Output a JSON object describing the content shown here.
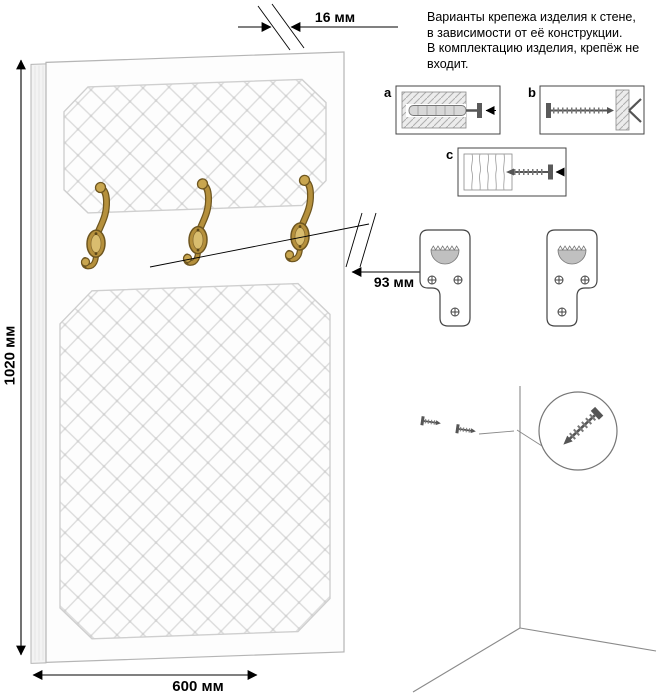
{
  "note": {
    "text": "Варианты крепежа изделия к стене,\nв зависимости от её конструкции.\nВ комплектацию изделия, крепёж не\nвходит."
  },
  "dimensions": {
    "height": "1020 мм",
    "width": "600 мм",
    "thickness": "16 мм",
    "hook_offset": "93 мм"
  },
  "fastening_options": {
    "a": "a",
    "b": "b",
    "c": "c"
  },
  "colors": {
    "hook_brass": "#b5903c",
    "hook_brass_dark": "#6e5620",
    "hook_brass_light": "#d9bd6e",
    "quilt_gray": "#dcdcdc",
    "panel_outline": "#b5b5b5",
    "dimension_line": "#000000"
  }
}
